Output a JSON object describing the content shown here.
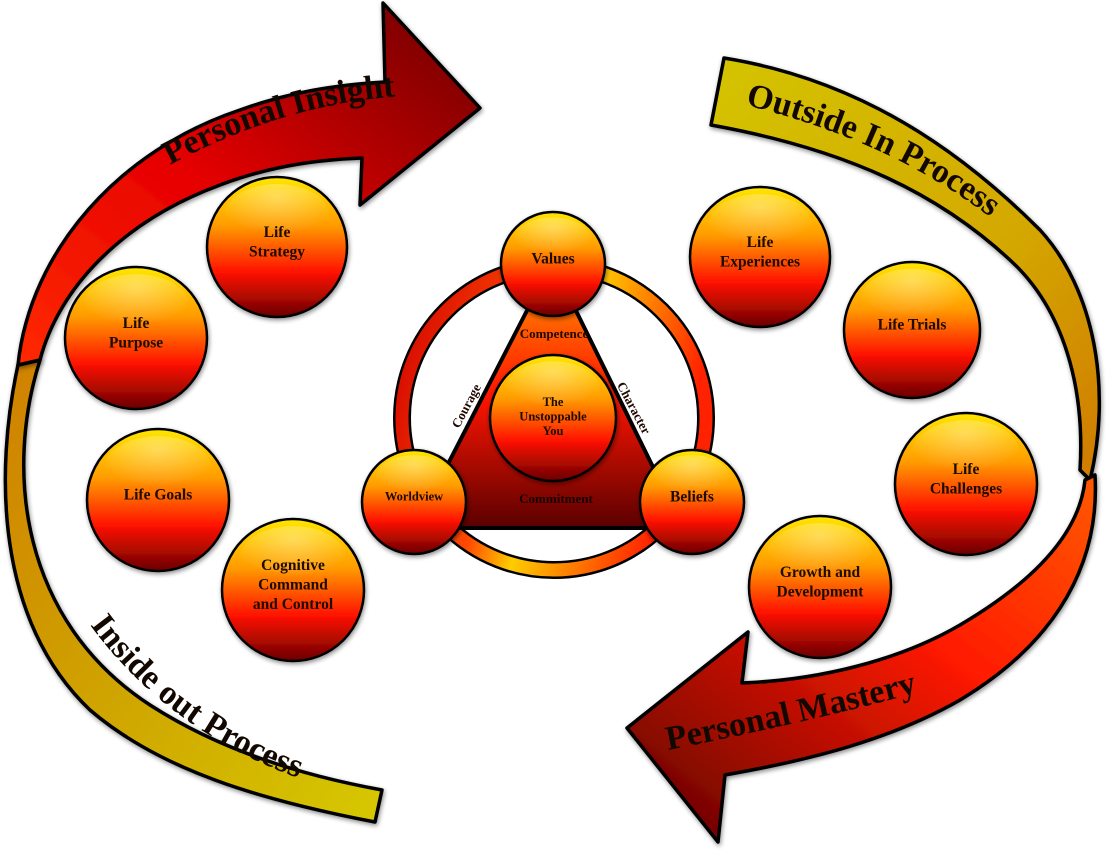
{
  "arrows": {
    "personal_insight": {
      "label": "Personal Insight",
      "direction": "right"
    },
    "outside_in": {
      "label": "Outside In Process"
    },
    "personal_mastery": {
      "label": "Personal Mastery",
      "direction": "left"
    },
    "inside_out": {
      "label": "Inside out Process"
    }
  },
  "left_bubbles": [
    {
      "lines": [
        "Life",
        "Strategy"
      ]
    },
    {
      "lines": [
        "Life",
        "Purpose"
      ]
    },
    {
      "lines": [
        "Life Goals"
      ]
    },
    {
      "lines": [
        "Cognitive",
        "Command",
        "and Control"
      ]
    }
  ],
  "right_bubbles": [
    {
      "lines": [
        "Life",
        "Experiences"
      ]
    },
    {
      "lines": [
        "Life Trials"
      ]
    },
    {
      "lines": [
        "Life",
        "Challenges"
      ]
    },
    {
      "lines": [
        "Growth and",
        "Development"
      ]
    }
  ],
  "core": {
    "center": {
      "lines": [
        "The",
        "Unstoppable",
        "You"
      ]
    },
    "vertices": {
      "top": {
        "lines": [
          "Values"
        ]
      },
      "left": {
        "lines": [
          "Worldview"
        ]
      },
      "right": {
        "lines": [
          "Beliefs"
        ]
      }
    },
    "sides": {
      "top": "Competence",
      "left": "Courage",
      "right": "Character",
      "bottom": "Commitment"
    }
  },
  "colors": {
    "red_dark": "#6e0000",
    "red": "#ff1a00",
    "orange": "#ff9900",
    "yellow": "#ffe000",
    "gold_dark": "#c8a800",
    "gold": "#d8c400",
    "gold_orange": "#d88800",
    "outline": "#000000"
  }
}
